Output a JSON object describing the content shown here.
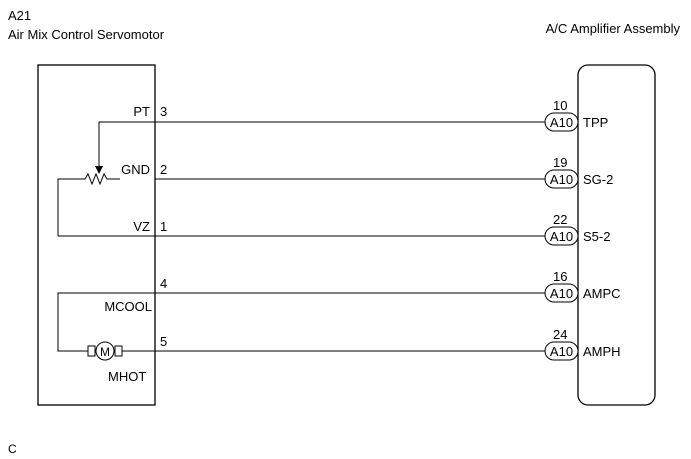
{
  "left_component": {
    "code": "A21",
    "name": "Air Mix Control Servomotor"
  },
  "right_component": {
    "name": "A/C Amplifier Assembly"
  },
  "connector_label": "A10",
  "pins": [
    {
      "left_label": "PT",
      "left_pin": "3",
      "right_pin": "10",
      "right_label": "TPP"
    },
    {
      "left_label": "GND",
      "left_pin": "2",
      "right_pin": "19",
      "right_label": "SG-2"
    },
    {
      "left_label": "VZ",
      "left_pin": "1",
      "right_pin": "22",
      "right_label": "S5-2"
    },
    {
      "left_label": "MCOOL",
      "left_pin": "4",
      "right_pin": "16",
      "right_label": "AMPC"
    },
    {
      "left_label": "MHOT",
      "left_pin": "5",
      "right_pin": "24",
      "right_label": "AMPH"
    }
  ],
  "motor_symbol": "M",
  "footer_letter": "C"
}
